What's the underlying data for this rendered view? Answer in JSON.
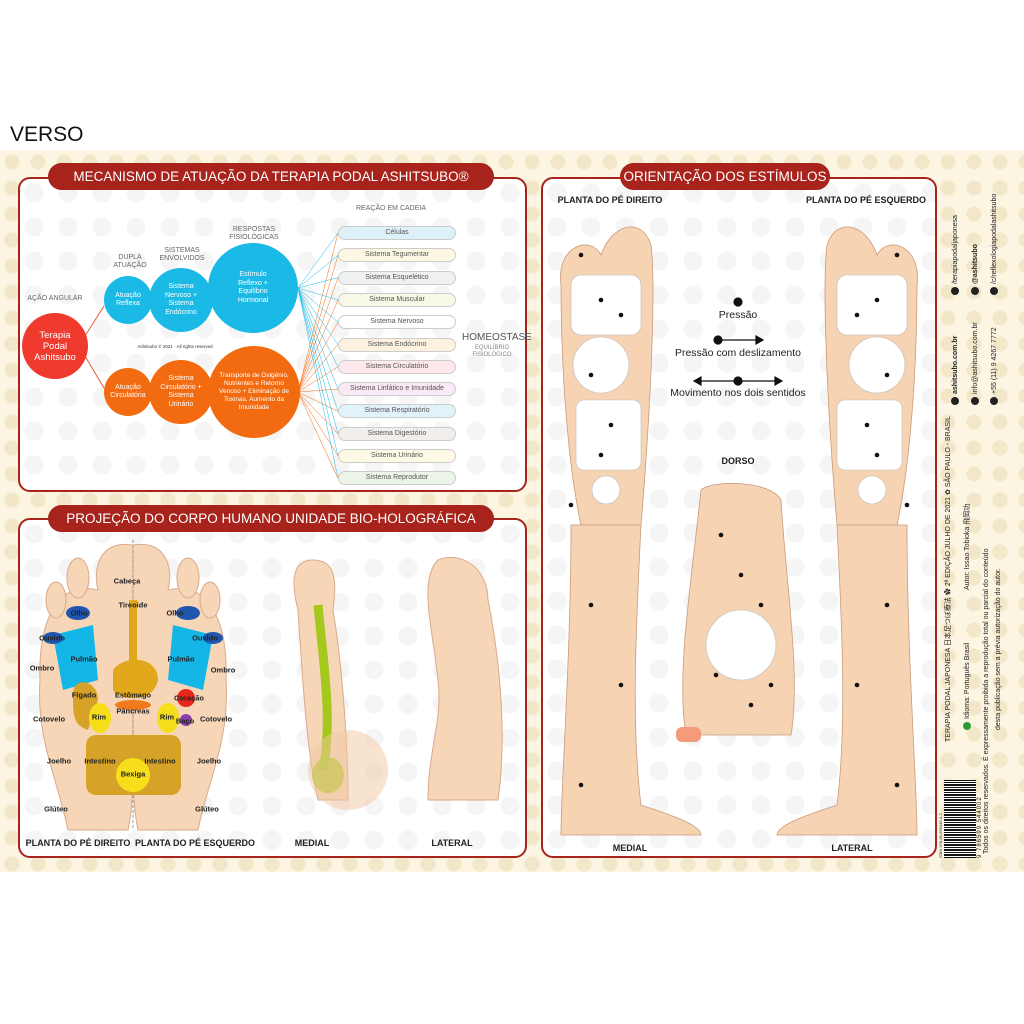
{
  "page_label": "VERSO",
  "panel_mechanism": {
    "title": "MECANISMO DE ATUAÇÃO DA TERAPIA PODAL ASHITSUBO®",
    "headers": {
      "acao": "AÇÃO ANGULAR",
      "dupla": "DUPLA ATUAÇÃO",
      "sistemas": "SISTEMAS ENVOLVIDOS",
      "respostas": "RESPOSTAS FISIOLÓGICAS",
      "reacao": "REAÇÃO EM CADEIA"
    },
    "root": "Terapia Podal Ashitsubo",
    "reflex": {
      "action": "Atuação Reflexa",
      "systems": "Sistema Nervoso + Sistema Endócrino",
      "response": "Estímulo Reflexo + Equilíbrio Hormonal"
    },
    "circ": {
      "action": "Atuação Circulatória",
      "systems": "Sistema Circulatório + Sistema Urinário",
      "response": "Transporte de Oxigênio, Nutrientes e Retorno Venoso + Eliminação de Toxinas, Aumento da Imunidade"
    },
    "copyright": "Ashitsubo © 2021 · All rights reserved",
    "chain": [
      {
        "label": "Células",
        "color": "#dff1f8"
      },
      {
        "label": "Sistema Tegumentar",
        "color": "#fdf8e3"
      },
      {
        "label": "Sistema Esquelético",
        "color": "#eef0f2"
      },
      {
        "label": "Sistema Muscular",
        "color": "#f7f8e6"
      },
      {
        "label": "Sistema Nervoso",
        "color": "#ffffff"
      },
      {
        "label": "Sistema Endócrino",
        "color": "#fdf2e0"
      },
      {
        "label": "Sistema Circulatório",
        "color": "#fde9ec"
      },
      {
        "label": "Sistema Linfático e Imunidade",
        "color": "#fbe9f5"
      },
      {
        "label": "Sistema Respiratório",
        "color": "#e2f2fb"
      },
      {
        "label": "Sistema Digestório",
        "color": "#f2eeec"
      },
      {
        "label": "Sistema Urinário",
        "color": "#fdf9e4"
      },
      {
        "label": "Sistema Reprodutor",
        "color": "#edf5e8"
      }
    ],
    "homeostase": "HOMEOSTASE",
    "equilibrio": "EQUILÍBRIO FISIOLÓGICO"
  },
  "panel_projection": {
    "title": "PROJEÇÃO  DO CORPO HUMANO UNIDADE BIO-HOLOGRÁFICA",
    "organs": {
      "cabeca": "Cabeça",
      "tireoide": "Tireoide",
      "olho": "Olho",
      "ouvido": "Ouvido",
      "pulmao": "Pulmão",
      "ombro": "Ombro",
      "figado": "Fígado",
      "estomago": "Estômago",
      "coracao": "Coração",
      "pancreas": "Pâncreas",
      "rim": "Rim",
      "baco": "Baço",
      "cotovelo": "Cotovelo",
      "intestino": "Intestino",
      "bexiga": "Bexiga",
      "joelho": "Joelho",
      "gluteo": "Glúteo"
    },
    "captions": {
      "right": "PLANTA DO PÉ DIREITO",
      "left": "PLANTA DO PÉ ESQUERDO",
      "medial": "MEDIAL",
      "lateral": "LATERAL"
    }
  },
  "panel_orientation": {
    "title": "ORIENTAÇÃO DOS ESTÍMULOS",
    "right_sole": "PLANTA DO PÉ DIREITO",
    "left_sole": "PLANTA DO PÉ ESQUERDO",
    "legend": {
      "pressao": "Pressão",
      "deslizamento": "Pressão com deslizamento",
      "movimento": "Movimento nos dois sentidos"
    },
    "dorso": "DORSO",
    "medial": "MEDIAL",
    "lateral": "LATERAL"
  },
  "side_info": {
    "edition": "TERAPIA PODAL JAPONESA 日本足つぼ療法 ✿ 2ª EDIÇÃO JULHO DE 2021 ✿ SÃO PAULO - BRASIL",
    "language": "Idioma: Português Brasil",
    "author": "Autor: Issao Tobioka 飛岡功",
    "rights1": "Todos os direitos reservados. É expressamente proibida a reprodução total ou parcial do conteúdo",
    "rights2": "desta publicação sem a prévia autorização do autor.",
    "website": "ashitsubo.com.br",
    "email": "info@ashitsubo.com.br",
    "phone": "+55 (11) 9 4267 7772",
    "facebook": "/terapiapodaljaponesa",
    "instagram": "@ashitsubo",
    "youtube": "/c/reflexologiapodalashitsubo",
    "isbn": "ISBN 978-65-999445-0-2",
    "barcode_number": "9 786599 544002",
    "icons": [
      "globe-icon",
      "email-icon",
      "whatsapp-icon",
      "facebook-icon",
      "instagram-icon",
      "youtube-icon",
      "brazil-flag-icon"
    ]
  }
}
